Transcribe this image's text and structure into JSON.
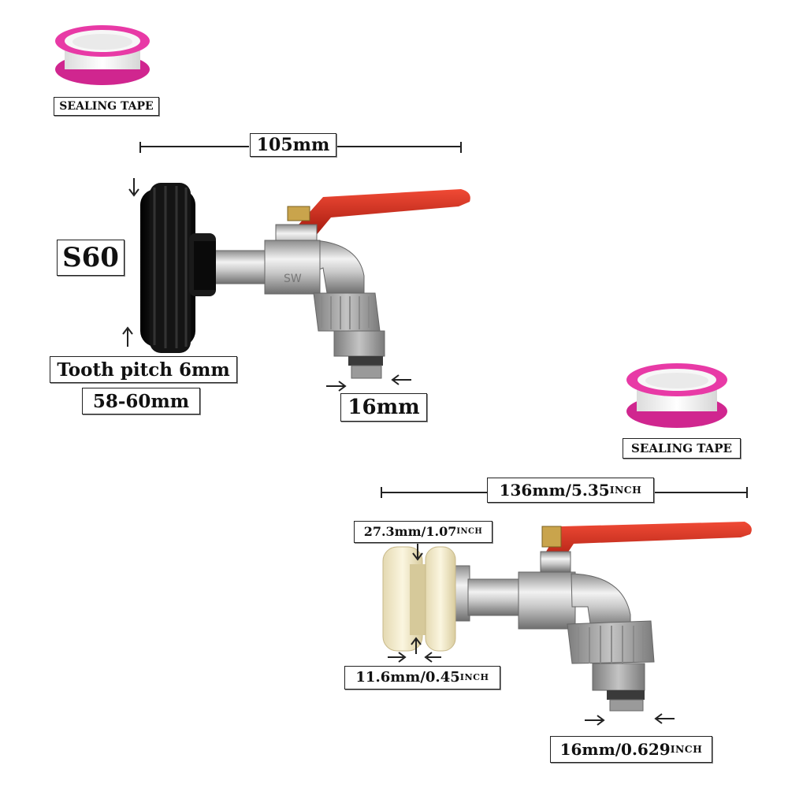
{
  "product_1": {
    "tape_label": "SEALING TAPE",
    "length": "105mm",
    "thread": "S60",
    "tooth_pitch": "Tooth pitch 6mm",
    "diameter": "58-60mm",
    "outlet": "16mm",
    "valve_mark": "SW"
  },
  "product_2": {
    "tape_label": "SEALING TAPE",
    "length_value": "136mm/5.35",
    "length_unit": "INCH",
    "height_value": "27.3mm/1.07",
    "height_unit": "INCH",
    "groove_value": "11.6mm/0.45",
    "groove_unit": "INCH",
    "outlet_value": "16mm/0.629",
    "outlet_unit": "INCH"
  },
  "colors": {
    "tape_pink": "#e83aa6",
    "handle_red": "#d42a1c",
    "cap_black": "#111111",
    "adapter_cream": "#efe6c6",
    "connector_grey": "#9a9a9a",
    "brass_silver": "#c8c8c8"
  }
}
